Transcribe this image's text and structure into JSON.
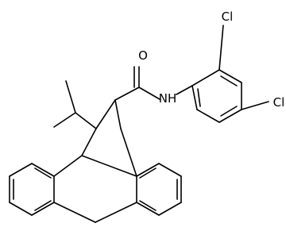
{
  "molecule": {
    "atom_labels": {
      "chlorine_top": "Cl",
      "chlorine_right": "Cl",
      "oxygen": "O",
      "amide_nh": "NH"
    }
  },
  "colors": {
    "bond": "#000000",
    "background": "#ffffff"
  }
}
